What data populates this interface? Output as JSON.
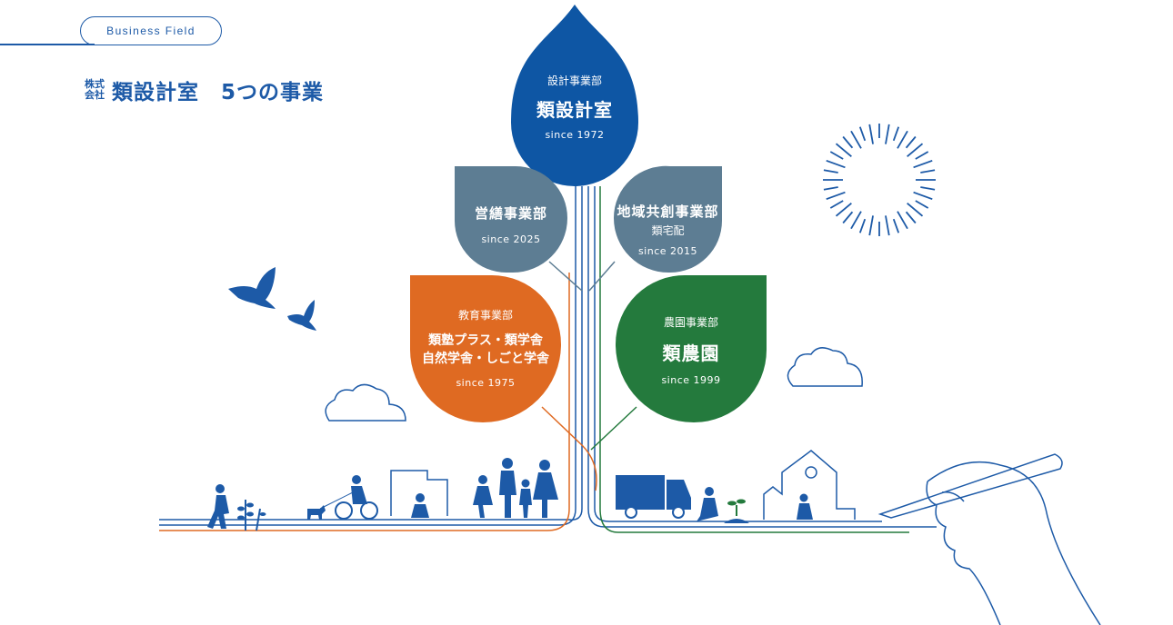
{
  "header": {
    "badge": "Business Field",
    "corp_line1": "株式",
    "corp_line2": "会社",
    "title": "類設計室　5つの事業"
  },
  "colors": {
    "blue": "#0e56a4",
    "slate": "#5d7d93",
    "orange": "#df6a22",
    "green": "#247a3d",
    "line": "#1d5aa7"
  },
  "divisions": [
    {
      "dept": "設計事業部",
      "name": "類設計室",
      "since": "since 1972",
      "color": "blue"
    },
    {
      "dept": "営繕事業部",
      "since": "since 2025",
      "color": "slate"
    },
    {
      "dept": "地域共創事業部",
      "sub": "類宅配",
      "since": "since 2015",
      "color": "slate"
    },
    {
      "dept": "教育事業部",
      "name_line1": "類塾プラス・類学舎",
      "name_line2": "自然学舎・しごと学舎",
      "since": "since 1975",
      "color": "orange"
    },
    {
      "dept": "農園事業部",
      "name": "類農園",
      "since": "since 1999",
      "color": "green"
    }
  ],
  "illustrations": [
    "bird-icon",
    "bird-small-icon",
    "sun-icon",
    "cloud-icon",
    "cloud-right-icon",
    "walking-person-icon",
    "plants-icon",
    "cyclist-icon",
    "dog-icon",
    "building-icon",
    "family-icon",
    "truck-icon",
    "gardener-icon",
    "house-icon",
    "hand-pen-icon"
  ]
}
